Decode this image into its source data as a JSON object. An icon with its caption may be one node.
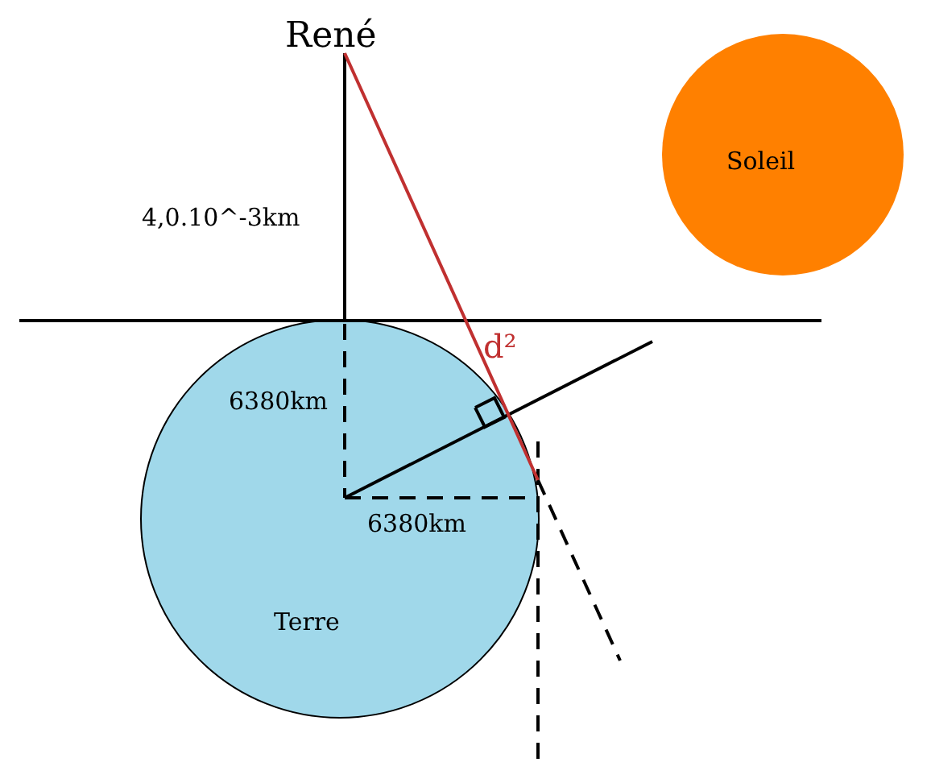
{
  "diagram": {
    "nodes": [
      {
        "text": [
          "René"
        ]
      },
      {
        "text": [
          "Soleil"
        ]
      },
      {
        "text": [
          "Terre"
        ]
      }
    ],
    "edges": [
      {
        "from": 0,
        "to": 2,
        "arrow": "none"
      },
      {
        "from": 0,
        "to": 2,
        "arrow": "none",
        "color": "#c03030"
      }
    ],
    "labels": [
      "4,0.10^-3km",
      "d²",
      "6380km",
      "6380km"
    ]
  }
}
